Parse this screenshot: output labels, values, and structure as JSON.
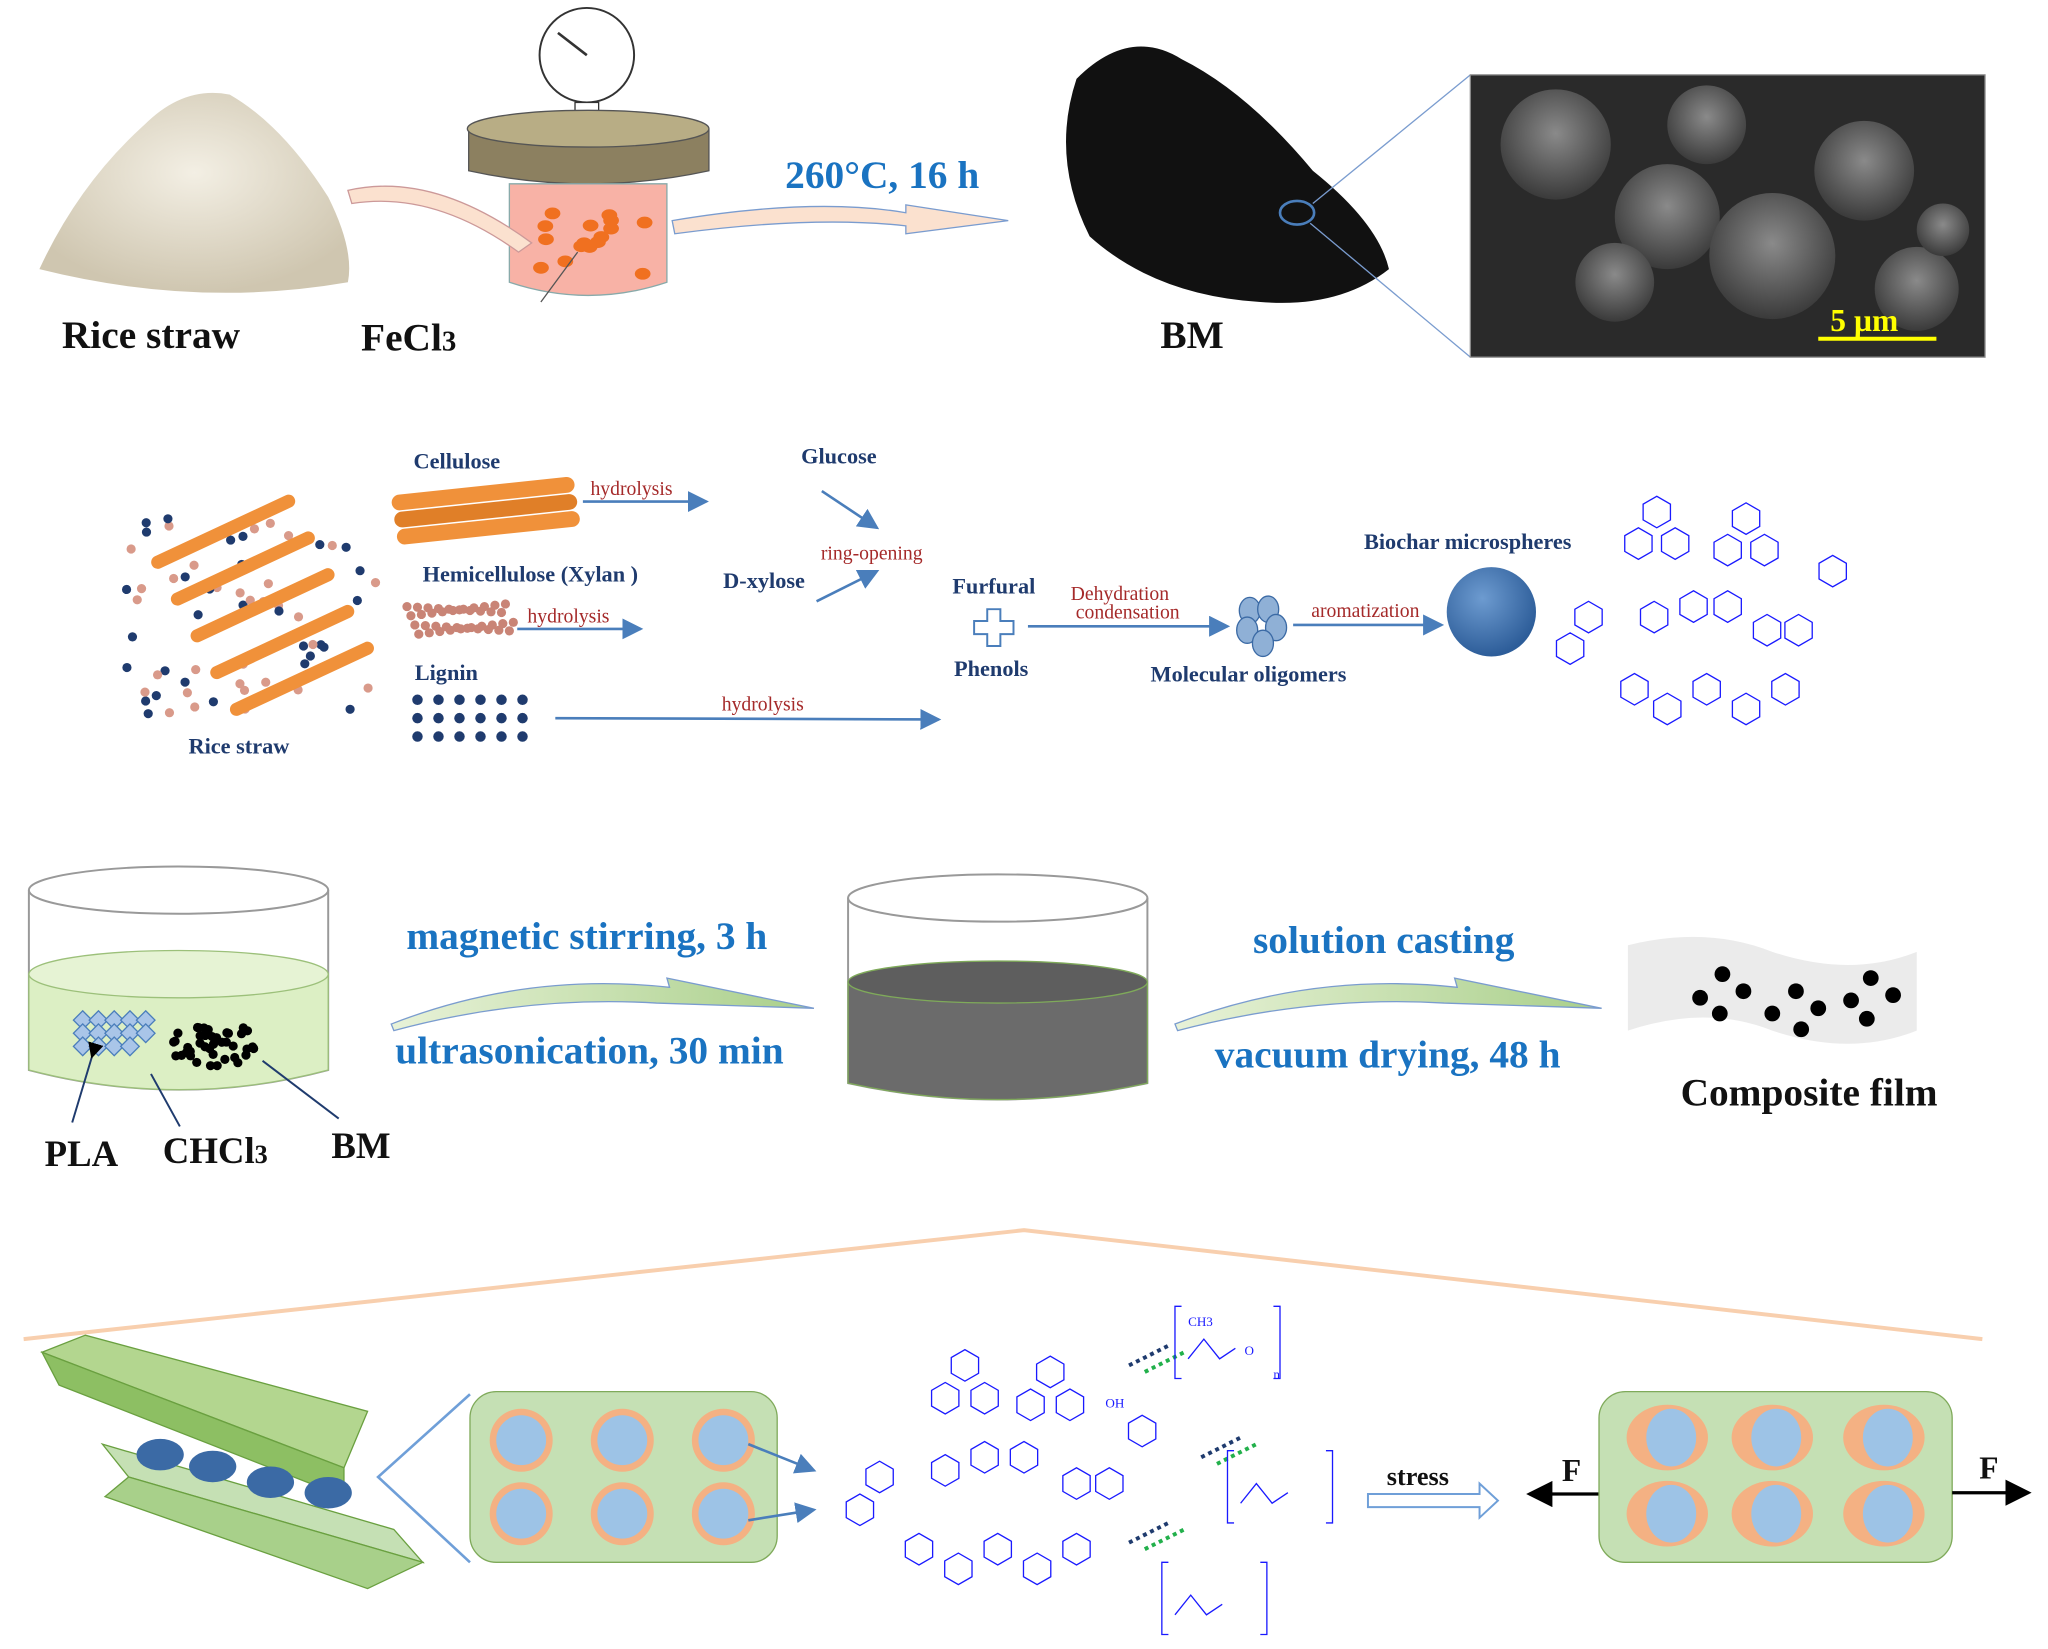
{
  "row1": {
    "rice_straw": "Rice straw",
    "fecl": "FeCl",
    "fecl_sub": "3",
    "condition": "260°C, 16 h",
    "bm": "BM",
    "scale_bar": "5 µm"
  },
  "row2": {
    "cellulose": "Cellulose",
    "hemicellulose": "Hemicellulose (Xylan )",
    "lignin": "Lignin",
    "rice_straw": "Rice straw",
    "hydrolysis_1": "hydrolysis",
    "hydrolysis_2": "hydrolysis",
    "hydrolysis_3": "hydrolysis",
    "glucose": "Glucose",
    "d_xylose": "D-xylose",
    "ring_opening": "ring-opening",
    "furfural": "Furfural",
    "phenols": "Phenols",
    "dehydration": "Dehydration",
    "condensation": "condensation",
    "oligomers": "Molecular oligomers",
    "aromatization": "aromatization",
    "biochar": "Biochar microspheres"
  },
  "row3": {
    "stirring": "magnetic stirring, 3 h",
    "ultrasonication": "ultrasonication, 30 min",
    "casting": "solution casting",
    "drying": "vacuum drying, 48 h",
    "composite": "Composite film",
    "pla": "PLA",
    "chcl": "CHCl",
    "chcl_sub": "3",
    "bm": "BM"
  },
  "row4": {
    "stress": "stress",
    "force_left": "F",
    "force_right": "F"
  },
  "chemical_labels": {
    "oh": "OH",
    "o": "O",
    "ch3": "CH3",
    "n": "n"
  },
  "colors": {
    "title_blue": "#1a73c1",
    "navy": "#1f3b6e",
    "red": "#a52a2a",
    "green": "#c5e0b4",
    "peach": "#f4b183",
    "light_blue": "#9dc3e6"
  }
}
